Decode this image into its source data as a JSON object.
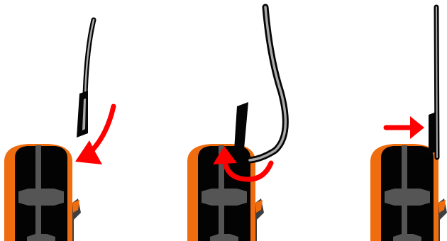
{
  "colors": {
    "background": "#ffffff",
    "tire_orange": "#ef6c0f",
    "tire_black": "#030303",
    "tread_gray": "#555555",
    "rim_gray": "#3f3f3f",
    "cable_outer": "#050505",
    "cable_core": "#a9a9a9",
    "arrow_red": "#ff0000"
  },
  "steps": [
    {
      "id": "step-1",
      "arrow": "curved-down-left"
    },
    {
      "id": "step-2",
      "arrow": "curved-up-under"
    },
    {
      "id": "step-3",
      "arrow": "straight-right"
    }
  ]
}
